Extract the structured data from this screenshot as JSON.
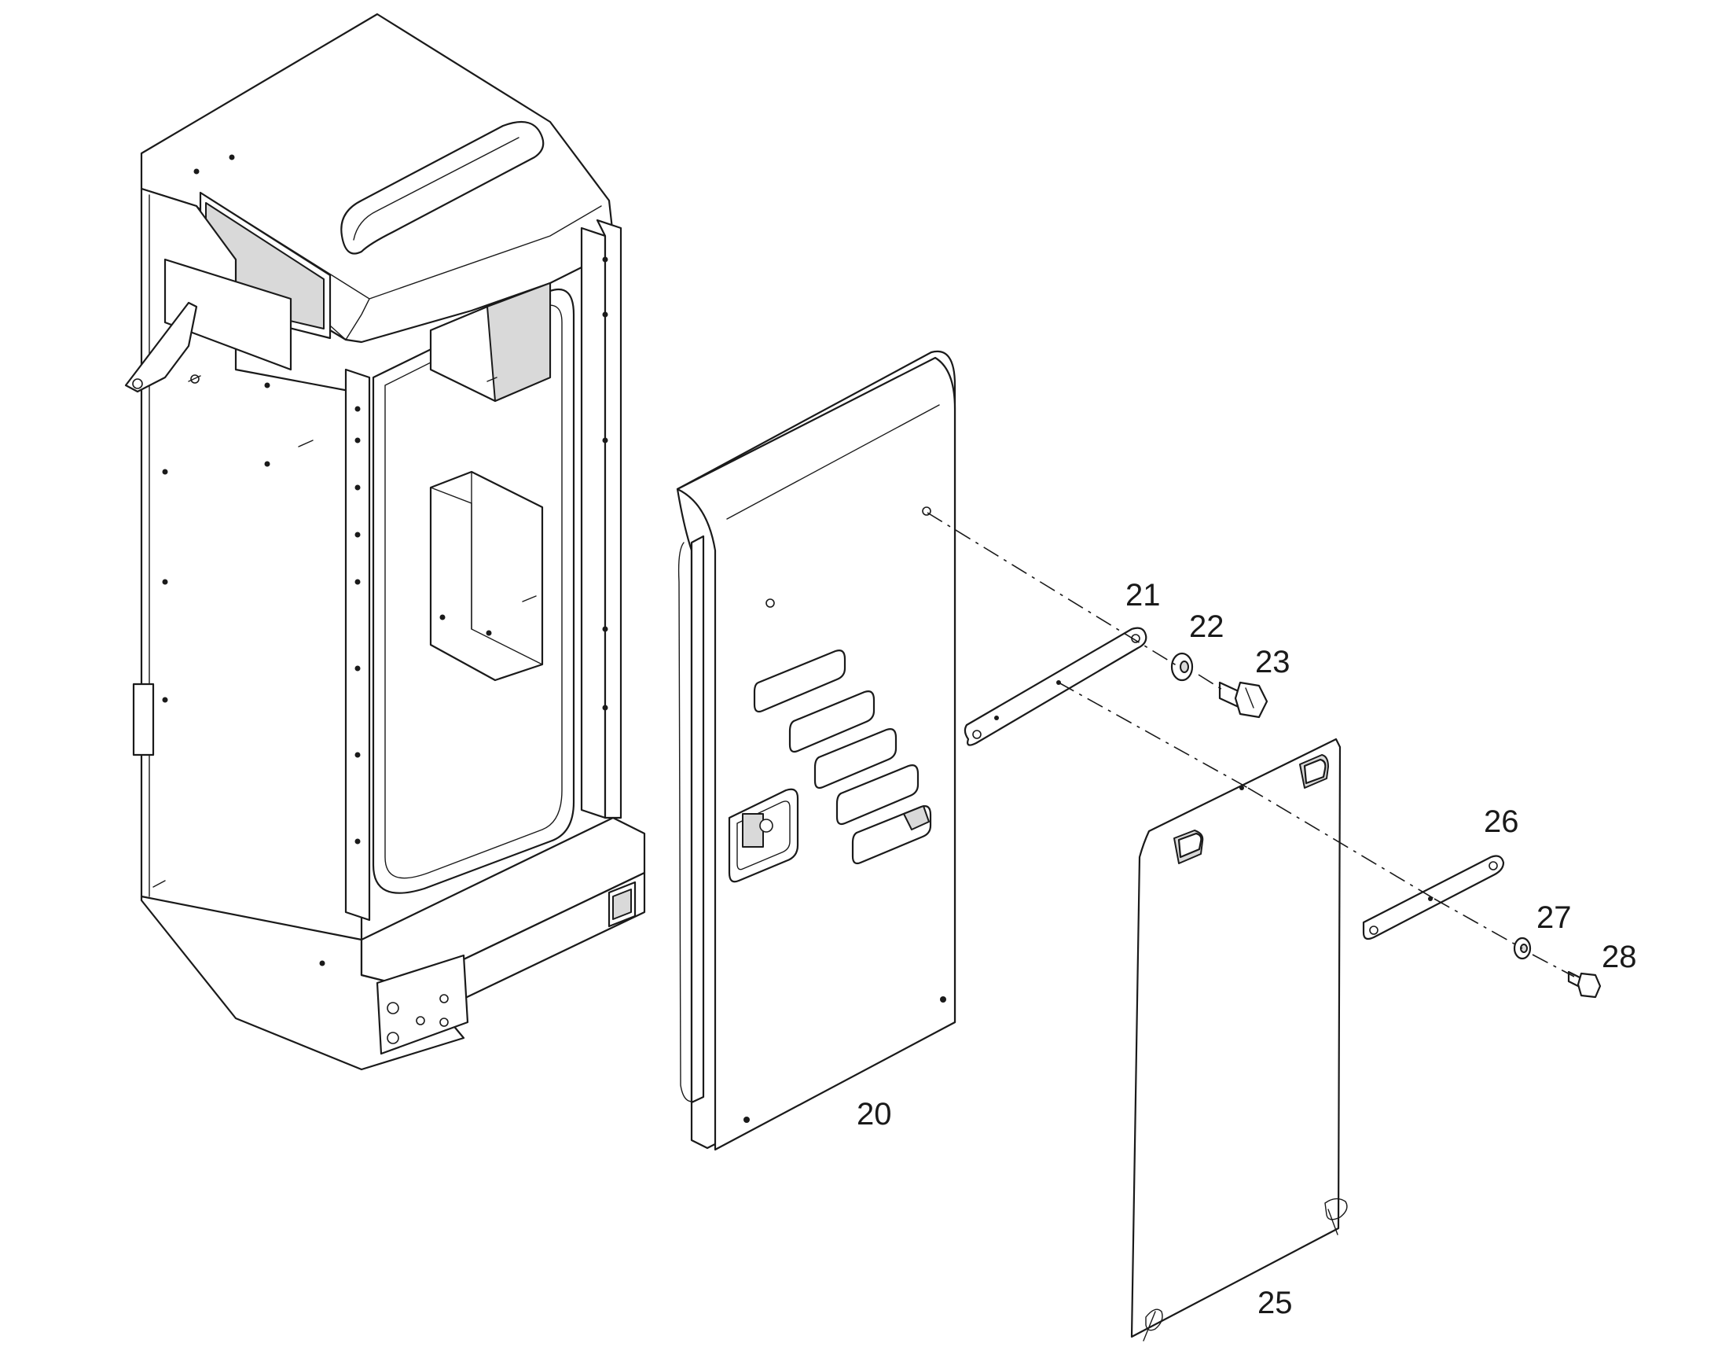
{
  "callouts": {
    "p20": "20",
    "p21": "21",
    "p22": "22",
    "p23": "23",
    "p25": "25",
    "p26": "26",
    "p27": "27",
    "p28": "28"
  }
}
